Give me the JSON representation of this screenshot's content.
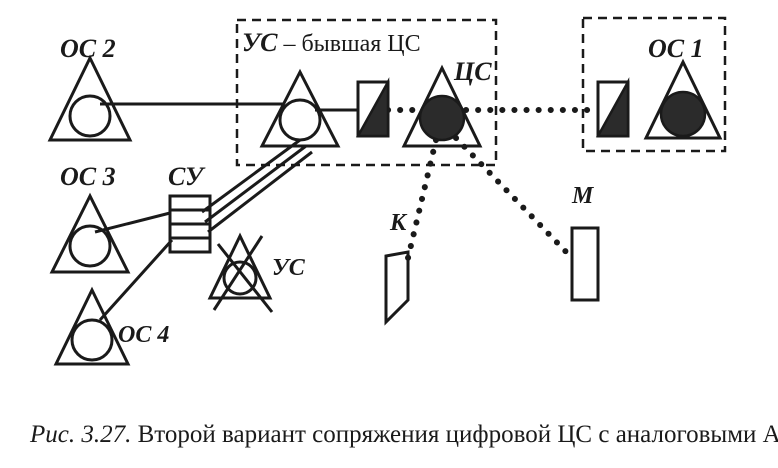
{
  "diagram": {
    "labels": {
      "os2": "ОС 2",
      "us_prefix": "УС",
      "us_suffix": " – бывшая ЦС",
      "cs": "ЦС",
      "os1": "ОС 1",
      "os3": "ОС 3",
      "su": "СУ",
      "us_crossed": "УС",
      "k": "К",
      "m": "М",
      "os4": "ОС 4"
    }
  },
  "caption": {
    "prefix": "Рис. 3.27.",
    "text": " Второй вариант сопряжения цифровой ЦС с аналоговыми АТС"
  }
}
